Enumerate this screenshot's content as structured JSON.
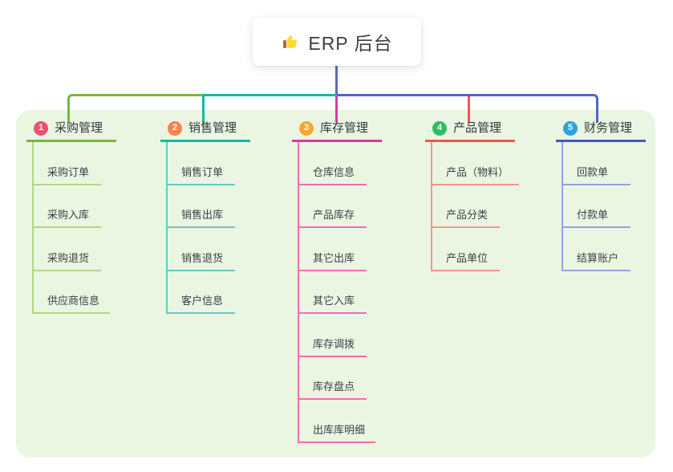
{
  "root": {
    "icon_name": "thumbs-up",
    "title": "ERP 后台"
  },
  "branches": [
    {
      "num": "1",
      "label": "采购管理",
      "circle_color": "#f0506e",
      "line_color": "#7cb342",
      "sub_line_color": "#b0d786",
      "items": [
        "采购订单",
        "采购入库",
        "采购退货",
        "供应商信息"
      ]
    },
    {
      "num": "2",
      "label": "销售管理",
      "circle_color": "#f9824c",
      "line_color": "#1db3a6",
      "sub_line_color": "#62cbc0",
      "items": [
        "销售订单",
        "销售出库",
        "销售退货",
        "客户信息"
      ]
    },
    {
      "num": "3",
      "label": "库存管理",
      "circle_color": "#faa731",
      "line_color": "#d63aa2",
      "sub_line_color": "#f06eb9",
      "items": [
        "仓库信息",
        "产品库存",
        "其它出库",
        "其它入库",
        "库存调拨",
        "库存盘点",
        "出库库明细"
      ]
    },
    {
      "num": "4",
      "label": "产品管理",
      "circle_color": "#2fbe62",
      "line_color": "#f25652",
      "sub_line_color": "#f9928e",
      "items": [
        "产品（物料）",
        "产品分类",
        "产品单位"
      ]
    },
    {
      "num": "5",
      "label": "财务管理",
      "circle_color": "#2aa4df",
      "line_color": "#4458bf",
      "sub_line_color": "#93a3de",
      "items": [
        "回款单",
        "付款单",
        "结算账户"
      ]
    }
  ],
  "colors": {
    "panel_bg": "#eaf6e2",
    "root_stem": "#5b68c4",
    "segment_left": "#7cb342",
    "segment_mid": "#1db3a6",
    "segment_right": "#5265c4"
  }
}
